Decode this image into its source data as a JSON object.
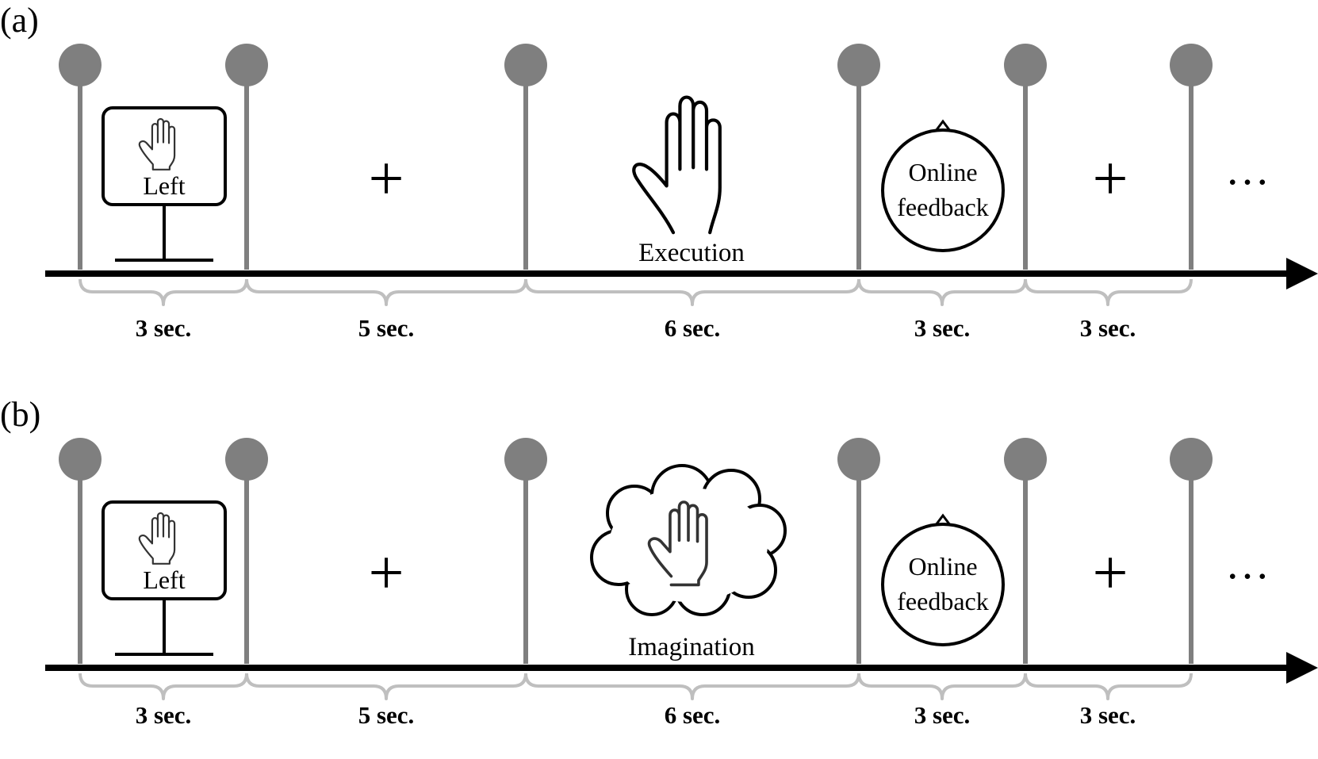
{
  "colors": {
    "pin": "#7f7f7f",
    "brace": "#bfbfbf",
    "axis": "#000000"
  },
  "panels": [
    {
      "label": "(a)",
      "cue_text": "Left",
      "fixation": "+",
      "task_label": "Execution",
      "task_icon": "open-hand-icon",
      "feedback_line1": "Online",
      "feedback_line2": "feedback",
      "fixation2": "+",
      "ellipsis": "…",
      "durations": [
        "3 sec.",
        "5 sec.",
        "6 sec.",
        "3 sec.",
        "3 sec."
      ]
    },
    {
      "label": "(b)",
      "cue_text": "Left",
      "fixation": "+",
      "task_label": "Imagination",
      "task_icon": "thought-cloud-hand-icon",
      "feedback_line1": "Online",
      "feedback_line2": "feedback",
      "fixation2": "+",
      "ellipsis": "…",
      "durations": [
        "3 sec.",
        "5 sec.",
        "6 sec.",
        "3 sec.",
        "3 sec."
      ]
    }
  ]
}
